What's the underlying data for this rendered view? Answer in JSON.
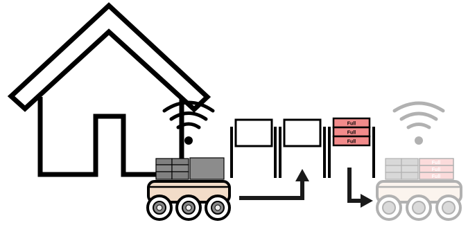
{
  "colors": {
    "outline": "#000000",
    "robot_body": "#f2dcc8",
    "box_dark": "#808080",
    "box_light": "#8c8c8c",
    "full_fill": "#f28b8b",
    "ghost_opacity": "0.3"
  },
  "icons": [
    "house-icon",
    "wifi-icon",
    "robot-icon",
    "rack-icon",
    "arrow-up-icon",
    "arrow-down-icon"
  ],
  "stations": [
    {
      "id": "rack-1",
      "slots": []
    },
    {
      "id": "rack-2",
      "slots": []
    },
    {
      "id": "rack-3",
      "slots": [
        "Full",
        "Full",
        "Full"
      ]
    }
  ],
  "ghost_robot": {
    "slots": [
      "Full",
      "Full",
      "Full"
    ]
  }
}
